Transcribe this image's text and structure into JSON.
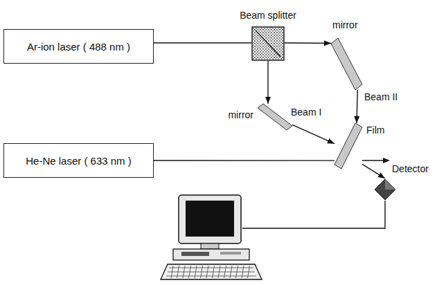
{
  "diagram": {
    "nodes": [
      {
        "text": [
          "Beam splitter"
        ]
      },
      {
        "text": [
          "Ar-ion laser ( 488 nm )"
        ]
      },
      {
        "text": [
          "mirror"
        ]
      },
      {
        "text": [
          "mirror"
        ]
      },
      {
        "text": [
          "Film"
        ]
      },
      {
        "text": [
          "He-Ne laser ( 633 nm )"
        ]
      },
      {
        "text": [
          "Detector"
        ]
      }
    ],
    "edges": [
      {
        "from": 1,
        "to": 0,
        "arrow": "none"
      },
      {
        "from": 0,
        "to": 2,
        "arrow": "to"
      },
      {
        "from": 0,
        "to": 3,
        "arrow": "to"
      },
      {
        "from": 3,
        "to": 4,
        "label": "Beam I",
        "arrow": "to"
      },
      {
        "from": 2,
        "to": 4,
        "label": "Beam II",
        "arrow": "to"
      },
      {
        "from": 5,
        "to": 4,
        "arrow": "none"
      },
      {
        "from": 4,
        "to": 6,
        "arrow": "to"
      }
    ]
  }
}
